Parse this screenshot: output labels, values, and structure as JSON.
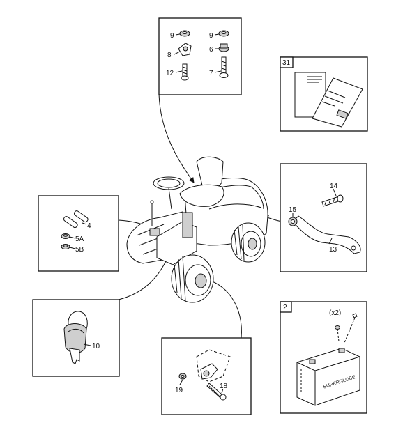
{
  "labels": {
    "top_box": {
      "washer_left": "9",
      "clip": "8",
      "screw_left": "12",
      "washer_right": "9",
      "spacer": "6",
      "bolt": "7"
    },
    "manual_box": {
      "ref": "31"
    },
    "bracket_box": {
      "bolt": "14",
      "nut": "15",
      "bracket": "13"
    },
    "pins_box": {
      "pin": "4",
      "washer_a": "5A",
      "washer_b": "5B"
    },
    "key_box": {
      "key": "10"
    },
    "battery_box": {
      "ref": "2",
      "qty": "(x2)",
      "brand": "SUPERGLOBE"
    },
    "hinge_box": {
      "washer": "19",
      "bolt": "18"
    }
  }
}
